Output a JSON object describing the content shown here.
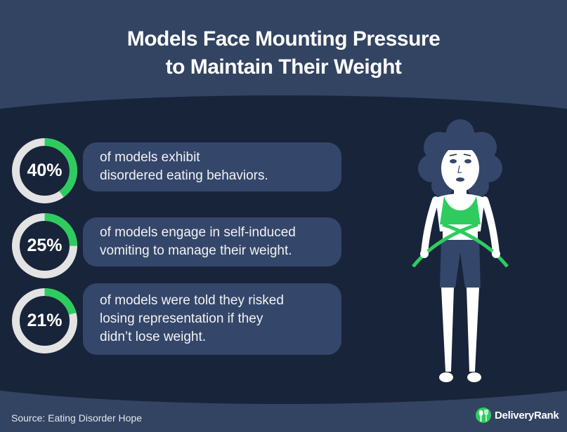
{
  "header": {
    "title_line1": "Models Face Mounting Pressure",
    "title_line2": "to Maintain Their Weight"
  },
  "stats": [
    {
      "percent": 40,
      "label": "40%",
      "line1": "of models exhibit",
      "line2": "disordered eating behaviors.",
      "line3": ""
    },
    {
      "percent": 25,
      "label": "25%",
      "line1": "of models engage in self-induced",
      "line2": "vomiting to manage their weight.",
      "line3": ""
    },
    {
      "percent": 21,
      "label": "21%",
      "line1": "of models were told they risked",
      "line2": "losing representation if they",
      "line3": "didn’t lose weight."
    }
  ],
  "footer": {
    "source": "Source: Eating Disorder Hope",
    "brand": "DeliveryRank"
  },
  "colors": {
    "background_light": "#324462",
    "background_dark": "#18243a",
    "card": "#34476a",
    "accent_green": "#2ecc5f",
    "ring_track": "#e3e3e3"
  },
  "illustration": {
    "subject": "worried-model-with-measuring-tape"
  }
}
